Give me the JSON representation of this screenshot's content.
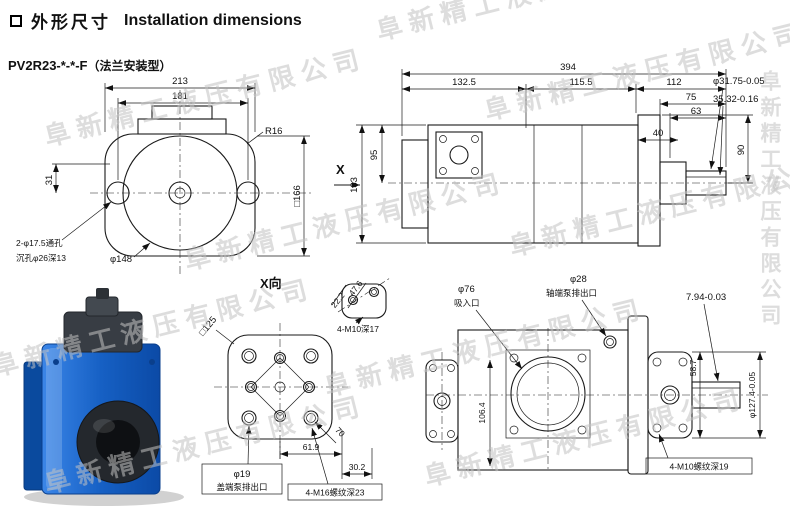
{
  "page": {
    "title_cn": "外形尺寸",
    "title_en": "Installation dimensions",
    "model_code": "PV2R23-*-*-F",
    "model_note": "（法兰安装型）",
    "watermark": "阜新精工液压有限公司"
  },
  "front_view": {
    "dims": {
      "w213": "213",
      "w181": "181",
      "r16": "R16",
      "h31": "31",
      "sq166": "□166",
      "d148": "φ148"
    },
    "notes": {
      "holes": "2-φ17.5通孔",
      "counterbore": "沉孔φ26深13"
    }
  },
  "side_view": {
    "view_label": "X",
    "dims": {
      "w394": "394",
      "w132_5": "132.5",
      "w115_5": "115.5",
      "w112": "112",
      "w75": "75",
      "w63": "63",
      "w40": "40",
      "h95": "95",
      "h183": "183",
      "h90": "90",
      "shaft_d": "φ31.75-0.05",
      "key_h": "35.32-0.16"
    }
  },
  "x_view": {
    "view_label": "X向",
    "dims": {
      "sq125": "□125",
      "d22_2": "22.2",
      "d47_6": "47.6",
      "d70": "70",
      "w61_9": "61.9",
      "w30_2": "30.2"
    },
    "notes": {
      "m10": "4-M10深17",
      "outlet_d": "φ19",
      "outlet_label": "盖端泵排出口",
      "m16": "4-M16螺纹深23"
    }
  },
  "rear_view": {
    "dims": {
      "h106_4": "106.4",
      "h58_7": "58.7",
      "pilot": "φ127.4-0.05",
      "key_w": "7.94-0.03"
    },
    "notes": {
      "suction_d": "φ76",
      "suction_label": "吸入口",
      "outlet_d": "φ28",
      "outlet_label": "轴端泵排出口",
      "m10": "4-M10螺纹深19"
    }
  }
}
